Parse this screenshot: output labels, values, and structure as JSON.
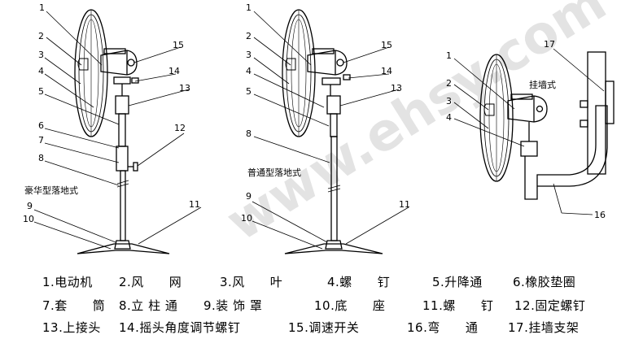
{
  "watermark": "www.ehsy.com",
  "diagram_labels": {
    "deluxe": "豪华型落地式",
    "standard": "普通型落地式",
    "wall": "挂墙式"
  },
  "callouts": {
    "deluxe": [
      "1",
      "2",
      "3",
      "4",
      "5",
      "6",
      "7",
      "8",
      "9",
      "10",
      "11",
      "12",
      "13",
      "14",
      "15"
    ],
    "standard": [
      "1",
      "2",
      "3",
      "4",
      "5",
      "8",
      "9",
      "10",
      "11",
      "13",
      "14",
      "15"
    ],
    "wall": [
      "1",
      "2",
      "3",
      "4",
      "16",
      "17"
    ]
  },
  "legend_rows": [
    [
      "1.电动机",
      "2.风　　网",
      "3.风　　叶",
      "4.螺　　钉",
      "5.升降通",
      "6.橡胶垫圈"
    ],
    [
      "7.套　　筒",
      "8.立 柱 通",
      "9.装 饰 罩",
      "10.底　　座",
      "11.螺　　钉",
      "12.固定螺钉"
    ],
    [
      "13.上接头",
      "14.摇头角度调节螺钉",
      "15.调速开关",
      "16.弯　　通",
      "17.挂墙支架"
    ]
  ],
  "colors": {
    "line": "#000000",
    "watermark": "#e3e3e3"
  }
}
